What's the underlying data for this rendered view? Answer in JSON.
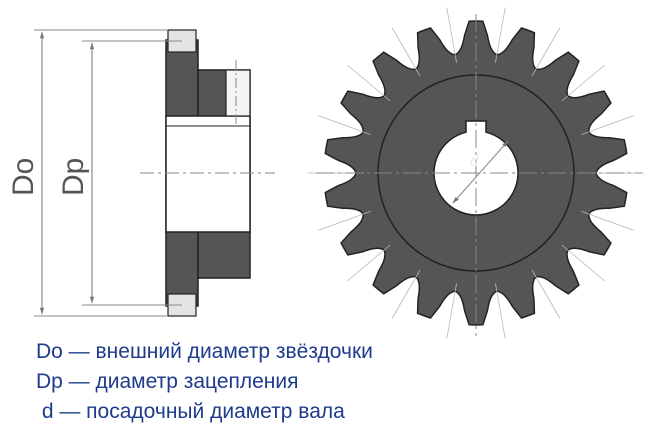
{
  "diagram": {
    "labels": {
      "outer_diameter": "Do",
      "pitch_diameter": "Dp",
      "bore_diameter": "d"
    },
    "tooth_count": 18,
    "colors": {
      "body": "#555555",
      "outline": "#222222",
      "hub": "#ffffff",
      "construction_lines": "#9a9a9a",
      "legend_text": "#1e3b8c"
    }
  },
  "legend": [
    "Do — внешний диаметр звёздочки",
    "Dp — диаметр зацепления",
    " d — посадочный диаметр вала"
  ]
}
